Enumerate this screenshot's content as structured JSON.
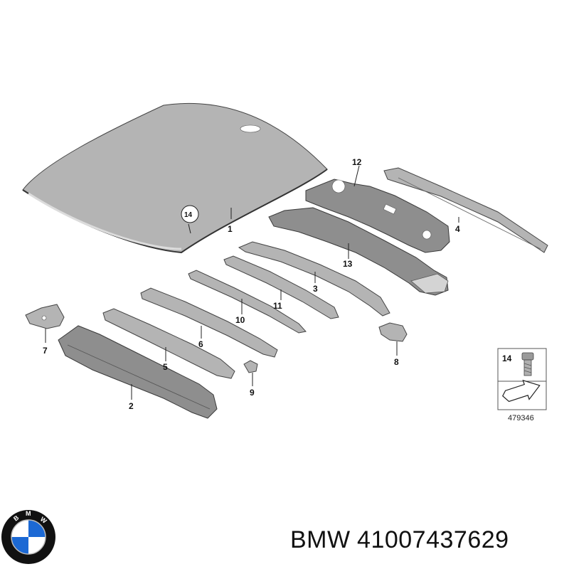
{
  "callouts": {
    "c1": "1",
    "c2": "2",
    "c3": "3",
    "c4": "4",
    "c5": "5",
    "c6": "6",
    "c7": "7",
    "c8": "8",
    "c9": "9",
    "c10": "10",
    "c11": "11",
    "c12": "12",
    "c13": "13",
    "c14": "14"
  },
  "legend": {
    "part_number": "14",
    "diagram_id": "479346"
  },
  "logo": {
    "text": "BMW",
    "colors": {
      "blue": "#1c69d4",
      "ring": "#111111",
      "white": "#ffffff"
    }
  },
  "caption": {
    "brand": "BMW",
    "part_number": "41007437629"
  }
}
